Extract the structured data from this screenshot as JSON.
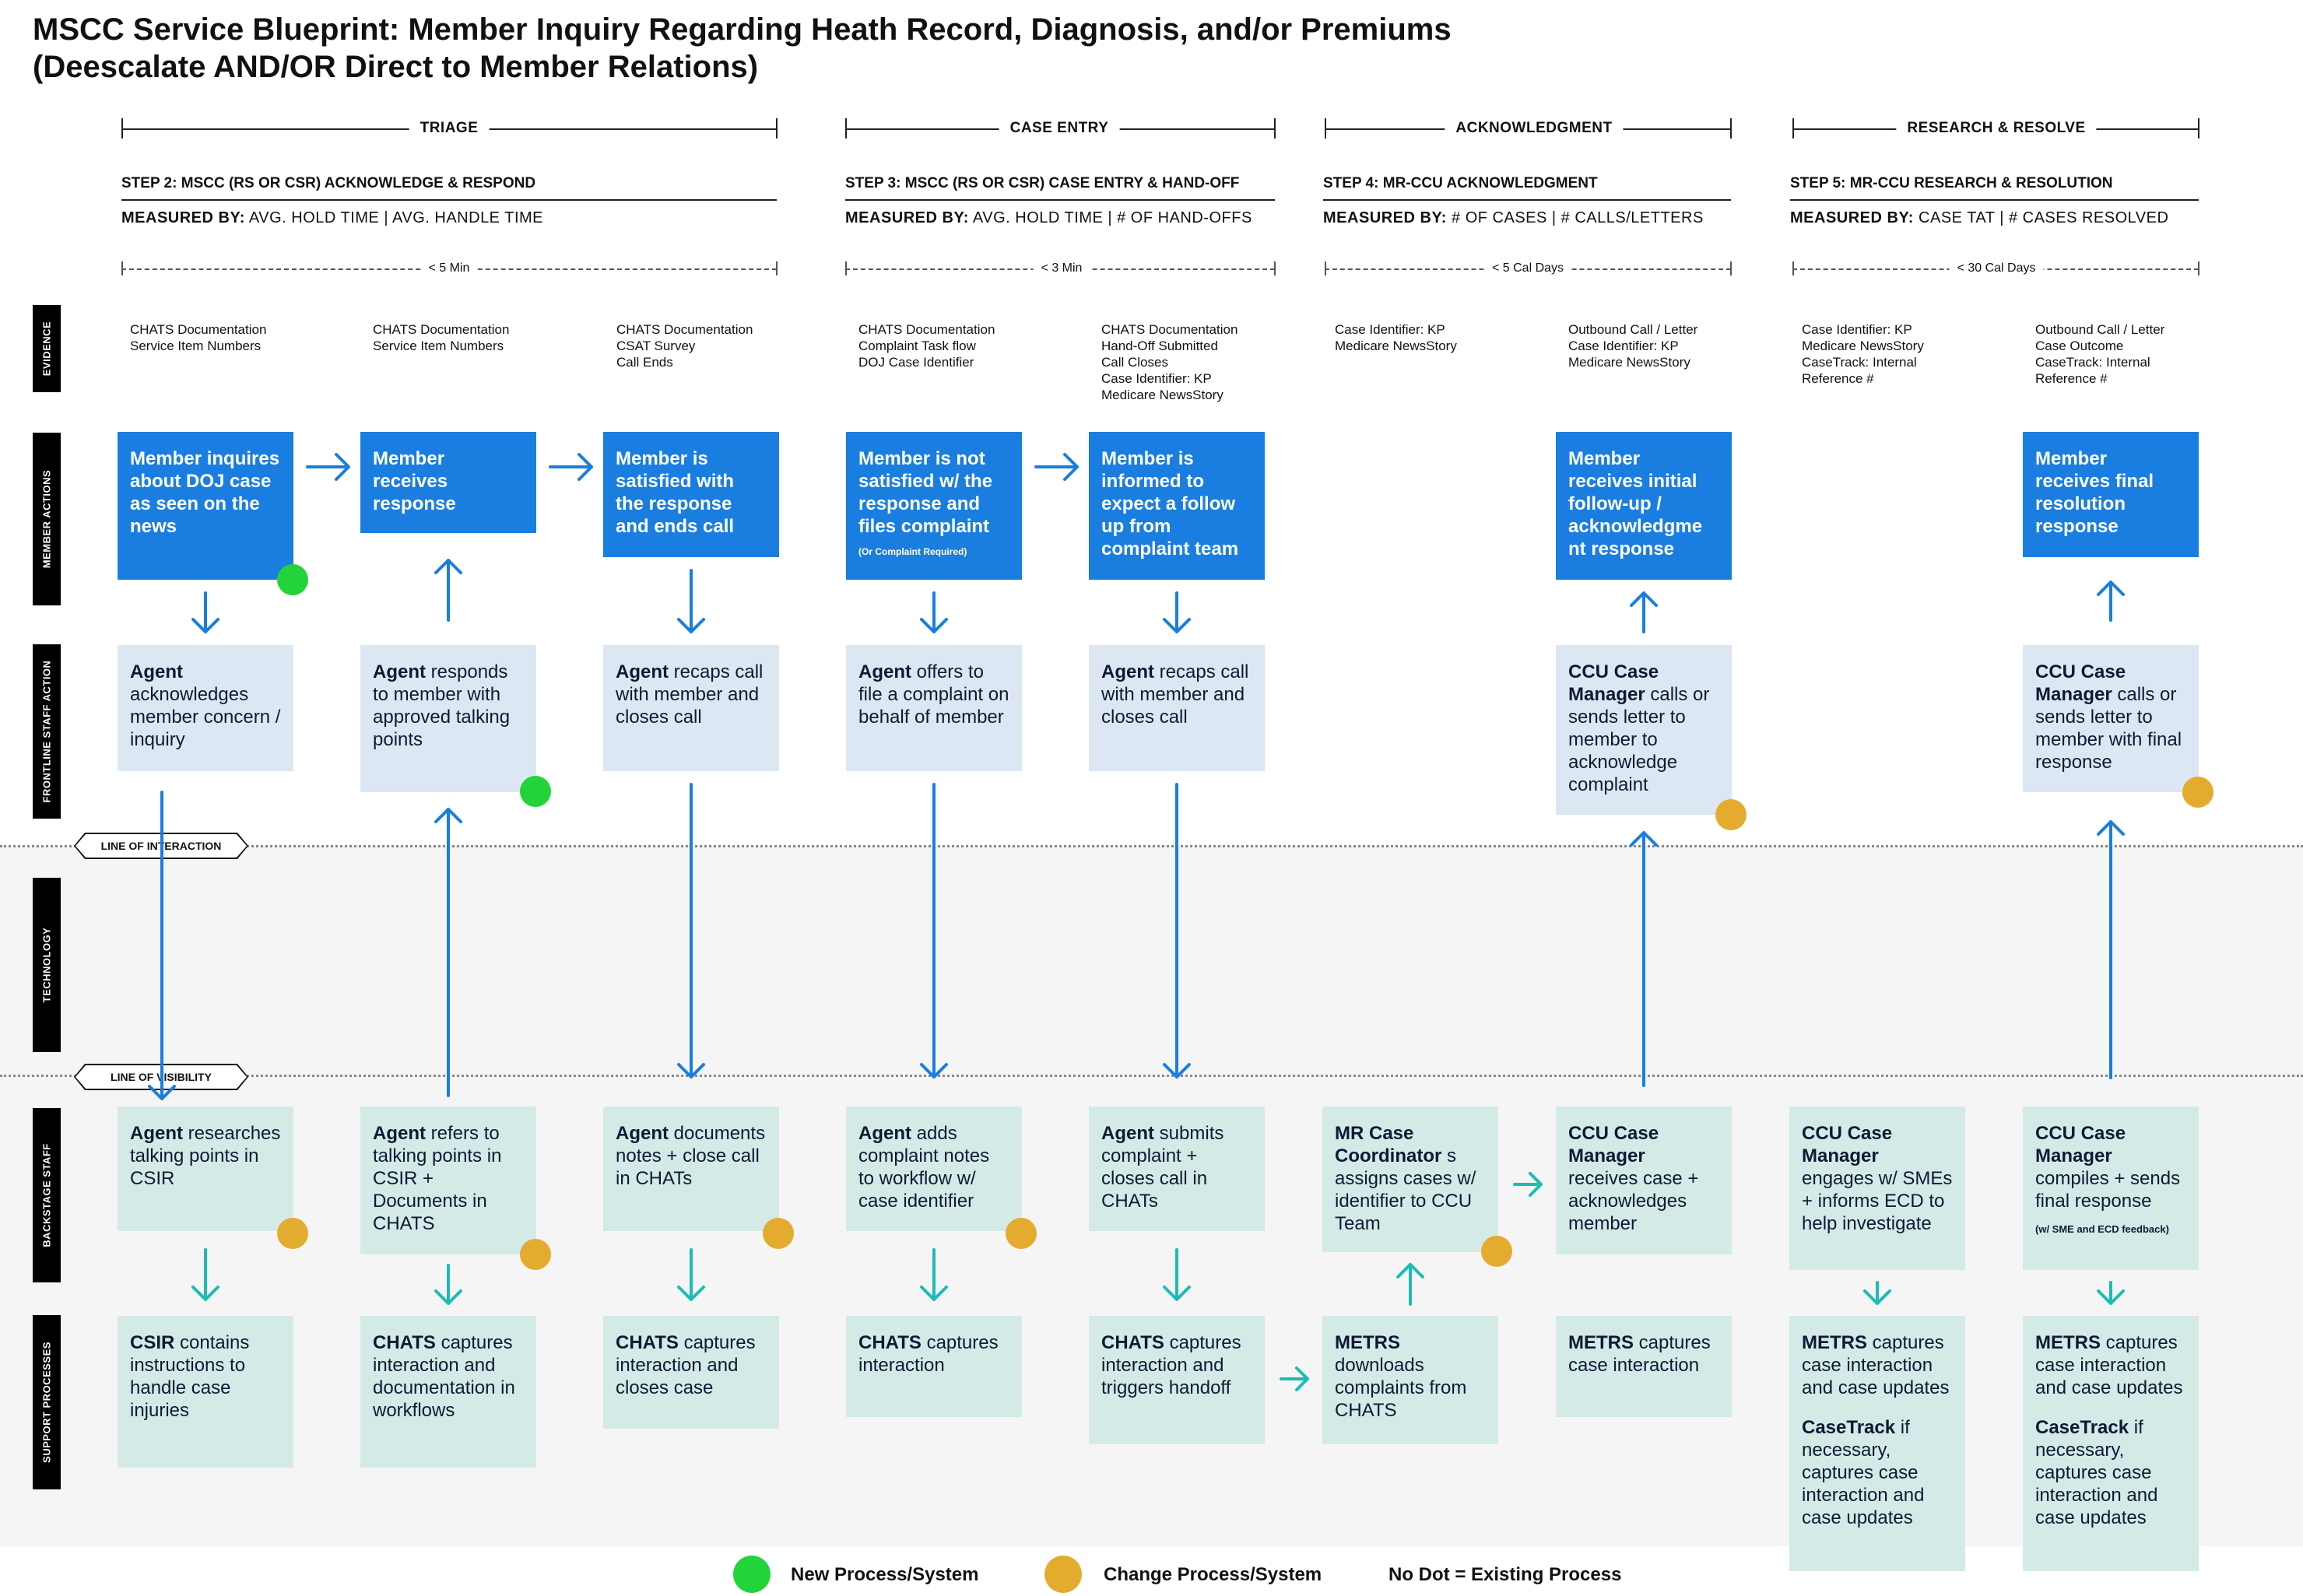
{
  "title_line1": "MSCC Service Blueprint: Member Inquiry Regarding Heath Record, Diagnosis, and/or Premiums",
  "title_line2": "(Deescalate AND/OR Direct to Member Relations)",
  "phases": [
    "TRIAGE",
    "CASE ENTRY",
    "ACKNOWLEDGMENT",
    "RESEARCH & RESOLVE"
  ],
  "steps": [
    {
      "bold": "STEP 2:",
      "title": "MSCC (RS OR CSR) ACKNOWLEDGE & RESPOND",
      "measured_label": "MEASURED BY:",
      "measures": "AVG. HOLD TIME | AVG. HANDLE TIME",
      "time": "< 5 Min"
    },
    {
      "bold": "STEP 3:",
      "title": "MSCC (RS OR CSR) CASE ENTRY & HAND-OFF",
      "measured_label": "MEASURED BY:",
      "measures": "AVG. HOLD TIME | # OF HAND-OFFS",
      "time": "< 3 Min"
    },
    {
      "bold": "STEP 4:",
      "title": "MR-CCU ACKNOWLEDGMENT",
      "measured_label": "MEASURED BY:",
      "measures": "# OF CASES | # CALLS/LETTERS",
      "time": "< 5 Cal Days"
    },
    {
      "bold": "STEP 5:",
      "title": "MR-CCU RESEARCH & RESOLUTION",
      "measured_label": "MEASURED BY:",
      "measures": "CASE TAT | # CASES RESOLVED",
      "time": "< 30 Cal Days"
    }
  ],
  "row_labels": [
    "EVIDENCE",
    "MEMBER ACTIONS",
    "FRONTLINE STAFF ACTION",
    "TECHNOLOGY",
    "BACKSTAGE STAFF",
    "SUPPORT PROCESSES"
  ],
  "line_of_interaction": "LINE OF INTERACTION",
  "line_of_visibility": "LINE OF VISIBILITY",
  "evidence": [
    "CHATS Documentation\nService Item Numbers",
    "CHATS Documentation\nService Item Numbers",
    "CHATS Documentation\nCSAT Survey\nCall Ends",
    "CHATS Documentation\nComplaint Task flow\nDOJ Case Identifier",
    "CHATS Documentation\nHand-Off Submitted\nCall Closes\nCase Identifier: KP\nMedicare NewsStory",
    "Case Identifier: KP\nMedicare NewsStory",
    "Outbound Call / Letter\nCase Identifier: KP\nMedicare NewsStory",
    "Case Identifier: KP\nMedicare NewsStory\nCaseTrack: Internal\nReference #",
    "Outbound Call / Letter\nCase Outcome\nCaseTrack: Internal\nReference #"
  ],
  "member_actions": [
    {
      "bold": "Member",
      "text": "inquires about DOJ case as seen on the news"
    },
    {
      "bold": "Member",
      "text": "receives response"
    },
    {
      "bold": "Member",
      "text": "is satisfied with the response and ends call"
    },
    {
      "bold": "Member",
      "text": "is not satisfied w/ the response and files complaint",
      "note": "(Or Complaint Required)"
    },
    {
      "bold": "Member",
      "text": "is informed to expect a follow up from complaint team"
    },
    {
      "bold": "Member",
      "text": "receives initial follow-up / acknowledgme nt response"
    },
    {
      "bold": "Member",
      "text": "receives final resolution response"
    }
  ],
  "frontline": [
    {
      "bold": "Agent",
      "text": "acknowledges member concern / inquiry"
    },
    {
      "bold": "Agent",
      "text": "responds to member with approved talking points"
    },
    {
      "bold": "Agent",
      "text": "recaps call with member and closes call"
    },
    {
      "bold": "Agent",
      "text": "offers to file a complaint on behalf of member"
    },
    {
      "bold": "Agent",
      "text": "recaps call with member and closes call"
    },
    {
      "bold": "CCU Case Manager",
      "text": "calls or sends letter to member to acknowledge complaint"
    },
    {
      "bold": "CCU Case Manager",
      "text": "calls or sends letter to member with final response"
    }
  ],
  "backstage": [
    {
      "bold": "Agent",
      "text": "researches talking points in CSIR"
    },
    {
      "bold": "Agent",
      "text": "refers to talking points in CSIR + Documents in CHATS"
    },
    {
      "bold": "Agent",
      "text": "documents notes + close call in CHATs"
    },
    {
      "bold": "Agent",
      "text": "adds complaint notes to workflow w/ case identifier"
    },
    {
      "bold": "Agent",
      "text": "submits complaint + closes call in CHATs"
    },
    {
      "bold": "MR Case Coordinator",
      "text": "s assigns cases w/ identifier to CCU Team"
    },
    {
      "bold": "CCU Case Manager",
      "text": "receives case + acknowledges member"
    },
    {
      "bold": "CCU Case Manager",
      "text": "engages w/ SMEs + informs ECD to help investigate"
    },
    {
      "bold": "CCU Case Manager",
      "text": "compiles + sends  final response",
      "note": "(w/ SME and ECD feedback)"
    }
  ],
  "support": [
    {
      "bold": "CSIR",
      "text": "contains instructions to handle case injuries"
    },
    {
      "bold": "CHATS",
      "text": "captures interaction and documentation in workflows"
    },
    {
      "bold": "CHATS",
      "text": "captures interaction and closes case"
    },
    {
      "bold": "CHATS",
      "text": "captures interaction"
    },
    {
      "bold": "CHATS",
      "text": "captures interaction and triggers handoff"
    },
    {
      "bold": "METRS",
      "text": "downloads complaints from CHATS"
    },
    {
      "bold": "METRS",
      "text": "captures case interaction"
    },
    {
      "bold": "METRS",
      "text": "captures case interaction and case updates",
      "bold2": "CaseTrack",
      "text2": "if necessary, captures case interaction and case updates"
    },
    {
      "bold": "METRS",
      "text": "captures case interaction and case updates",
      "bold2": "CaseTrack",
      "text2": "if necessary, captures case interaction and case updates"
    }
  ],
  "legend": {
    "new": "New Process/System",
    "change": "Change Process/System",
    "none": "No Dot = Existing Process",
    "colors": {
      "new": "#22d33a",
      "change": "#e4ac2e",
      "blue": "#1a7ee0",
      "teal_arrow": "#1cbcb4"
    }
  }
}
